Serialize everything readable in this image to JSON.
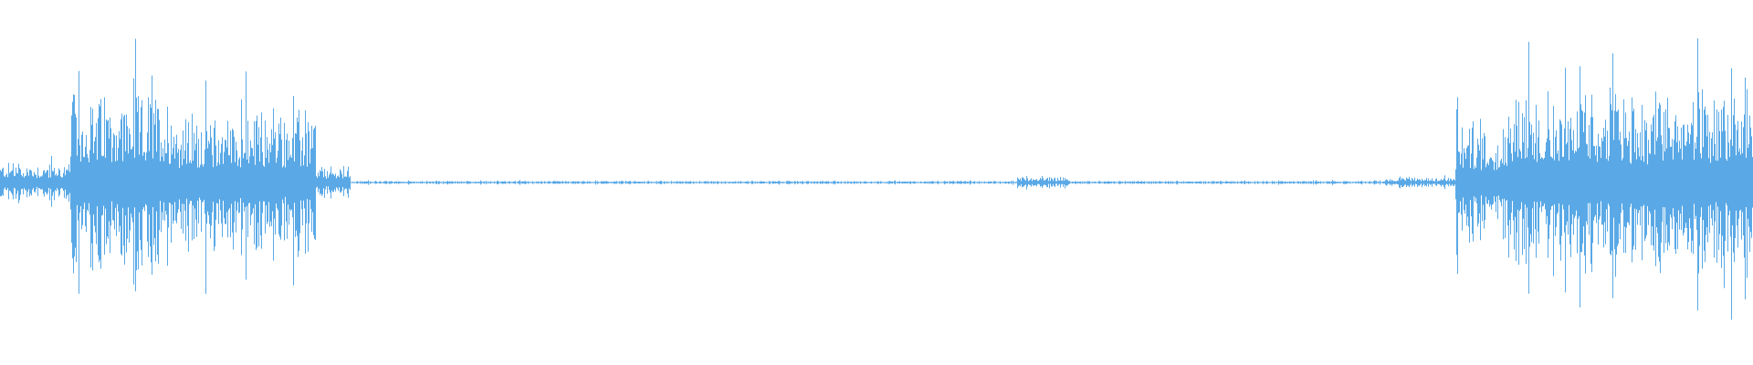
{
  "waveform": {
    "color": "#5aa9e6",
    "background": "#ffffff",
    "segments": [
      {
        "start": 0.0,
        "end": 0.04,
        "amplitude": 0.1
      },
      {
        "start": 0.04,
        "end": 0.1,
        "amplitude": 0.45
      },
      {
        "start": 0.1,
        "end": 0.18,
        "amplitude": 0.35
      },
      {
        "start": 0.18,
        "end": 0.2,
        "amplitude": 0.08
      },
      {
        "start": 0.2,
        "end": 0.58,
        "amplitude": 0.008
      },
      {
        "start": 0.58,
        "end": 0.61,
        "amplitude": 0.03
      },
      {
        "start": 0.61,
        "end": 0.79,
        "amplitude": 0.008
      },
      {
        "start": 0.79,
        "end": 0.83,
        "amplitude": 0.025
      },
      {
        "start": 0.83,
        "end": 0.86,
        "amplitude": 0.3
      },
      {
        "start": 0.86,
        "end": 1.0,
        "amplitude": 0.45
      }
    ]
  }
}
